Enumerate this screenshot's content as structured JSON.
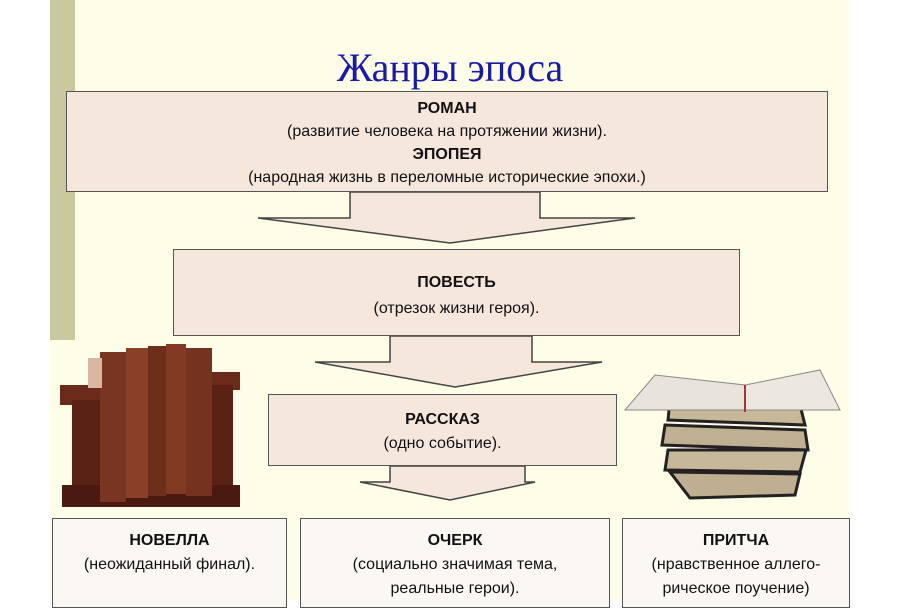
{
  "title": "Жанры эпоса",
  "boxes": {
    "roman": {
      "name": "РОМАН",
      "desc": "(развитие человека на протяжении жизни)."
    },
    "epopeya": {
      "name": "ЭПОПЕЯ",
      "desc": "(народная жизнь в переломные исторические эпохи.)"
    },
    "povest": {
      "name": "ПОВЕСТЬ",
      "desc": "(отрезок жизни героя)."
    },
    "rasskaz": {
      "name": "РАССКАЗ",
      "desc": "(одно событие)."
    },
    "novella": {
      "name": "НОВЕЛЛА",
      "desc": "(неожиданный финал)."
    },
    "ocherk": {
      "name": "ОЧЕРК",
      "desc1": "(социально значимая тема,",
      "desc2": "реальные герои)."
    },
    "pritcha": {
      "name": "ПРИТЧА",
      "desc1": "(нравственное аллего-",
      "desc2": "рическое поучение)"
    }
  },
  "colors": {
    "title": "#1a1aa8",
    "box": "#f6e7dd",
    "background": "#fdfde8"
  }
}
